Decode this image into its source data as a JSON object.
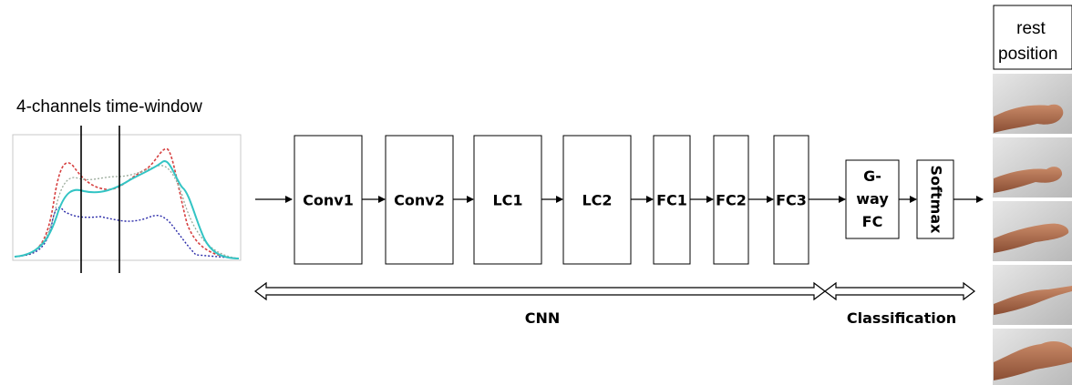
{
  "input": {
    "title": "4-channels time-window",
    "series_colors": [
      "#2a2aa8",
      "#d64040",
      "#9aaa9a",
      "#33c4c4"
    ]
  },
  "cnn_layers": [
    "Conv1",
    "Conv2",
    "LC1",
    "LC2",
    "FC1",
    "FC2",
    "FC3"
  ],
  "classifier_layers": [
    {
      "lines": [
        "G-",
        "way",
        "FC"
      ]
    },
    {
      "lines": [
        "Softmax"
      ],
      "vertical": true
    }
  ],
  "brackets": {
    "cnn": "CNN",
    "classification": "Classification"
  },
  "gestures": {
    "header_lines": [
      "rest",
      "position"
    ],
    "count": 5
  }
}
